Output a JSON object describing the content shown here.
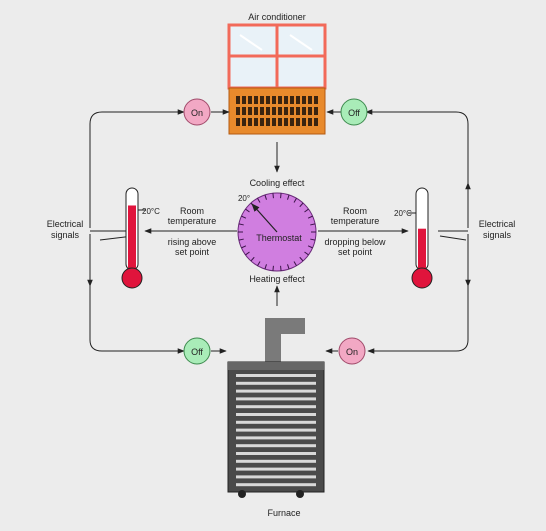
{
  "labels": {
    "air_conditioner": "Air conditioner",
    "furnace": "Furnace",
    "cooling_effect": "Cooling effect",
    "heating_effect": "Heating effect",
    "thermostat": "Thermostat",
    "dial_setpoint": "20°",
    "electrical_signals_left": [
      "Electrical",
      "signals"
    ],
    "electrical_signals_right": [
      "Electrical",
      "signals"
    ],
    "left_condition": [
      "Room",
      "temperature",
      "rising above",
      "set point"
    ],
    "right_condition": [
      "Room",
      "temperature",
      "dropping below",
      "set point"
    ],
    "left_thermometer_reading": "20°C",
    "right_thermometer_reading": "20°C"
  },
  "switches": {
    "ac_left": "On",
    "ac_right": "Off",
    "furnace_left": "Off",
    "furnace_right": "On"
  },
  "thermometers": {
    "left_level": 0.82,
    "right_level": 0.55
  },
  "colors": {
    "on_switch": "#f2a8c4",
    "off_switch": "#a9ecb8",
    "thermostat": "#d07ee0",
    "mercury": "#e0143c",
    "ac_frame": "#f26a5a",
    "ac_body": "#e88a2c",
    "furnace_body": "#4a4a4a"
  }
}
